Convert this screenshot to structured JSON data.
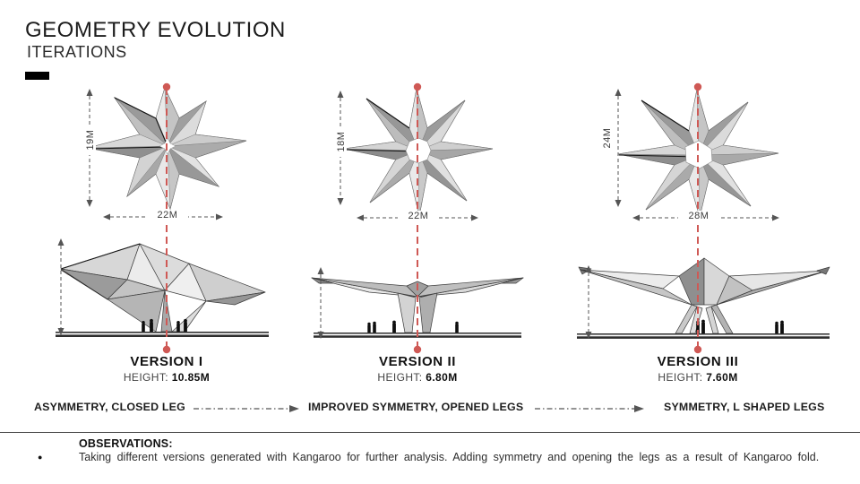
{
  "header": {
    "title": "GEOMETRY EVOLUTION",
    "subtitle": "ITERATIONS"
  },
  "versions": [
    {
      "name": "VERSION I",
      "height_label": "HEIGHT:",
      "height": "10.85M",
      "plan_depth": "19M",
      "plan_width": "22M",
      "trait": "ASYMMETRY, CLOSED LEG"
    },
    {
      "name": "VERSION II",
      "height_label": "HEIGHT:",
      "height": "6.80M",
      "plan_depth": "18M",
      "plan_width": "22M",
      "trait": "IMPROVED SYMMETRY, OPENED LEGS"
    },
    {
      "name": "VERSION III",
      "height_label": "HEIGHT:",
      "height": "7.60M",
      "plan_depth": "24M",
      "plan_width": "28M",
      "trait": "SYMMETRY, L SHAPED LEGS"
    }
  ],
  "observations": {
    "heading": "OBSERVATIONS",
    "colon": ":",
    "bullet": "●",
    "text": "Taking different versions generated with Kangaroo for further analysis. Adding symmetry and opening the legs as a result of Kangaroo fold."
  },
  "colors": {
    "accent_red": "#cf5955",
    "ink": "#1f1f1f"
  }
}
